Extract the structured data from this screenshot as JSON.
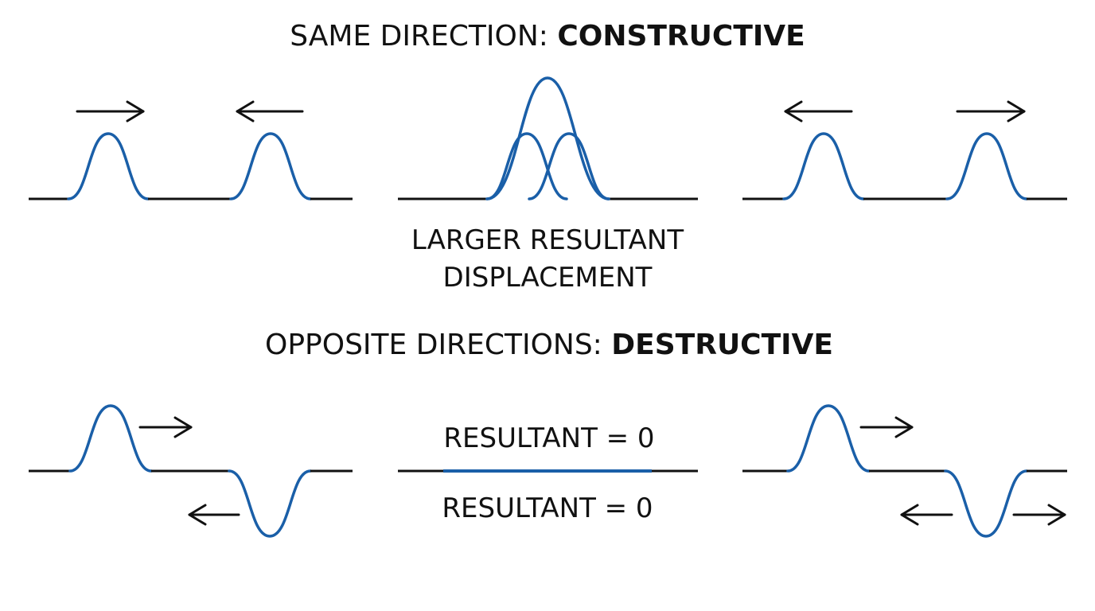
{
  "constructive": {
    "heading_plain": "SAME DIRECTION: ",
    "heading_bold": "CONSTRUCTIVE",
    "caption_line1": "LARGER RESULTANT",
    "caption_line2": "DISPLACEMENT"
  },
  "destructive": {
    "heading_plain": "OPPOSITE DIRECTIONS: ",
    "heading_bold": "DESTRUCTIVE",
    "resultant_top": "RESULTANT = 0",
    "resultant_bottom": "RESULTANT = 0"
  },
  "colors": {
    "wave": "#1a5fa8",
    "line": "#111111"
  }
}
